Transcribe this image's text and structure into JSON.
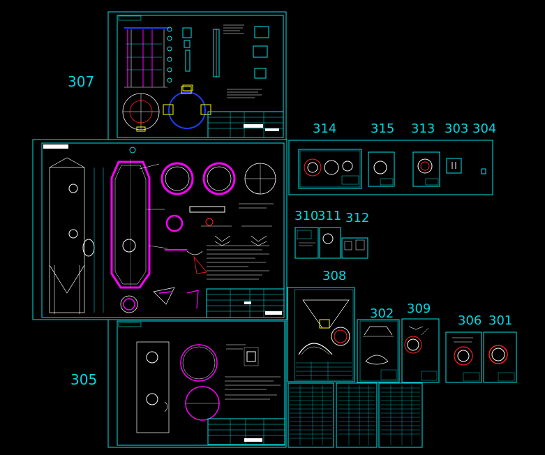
{
  "drawing_labels": {
    "l307": "307",
    "l314": "314",
    "l315": "315",
    "l313": "313",
    "l303": "303",
    "l304": "304",
    "l310": "310",
    "l311": "311",
    "l312": "312",
    "l308": "308",
    "l305": "305",
    "l302": "302",
    "l309": "309",
    "l306": "306",
    "l301": "301"
  },
  "colors": {
    "background": "#000000",
    "frame": "#00e5ea",
    "magenta": "#ff00ff",
    "blue": "#1f3cff",
    "white": "#ffffff",
    "yellow": "#ffff00",
    "label": "#00d8e0"
  }
}
